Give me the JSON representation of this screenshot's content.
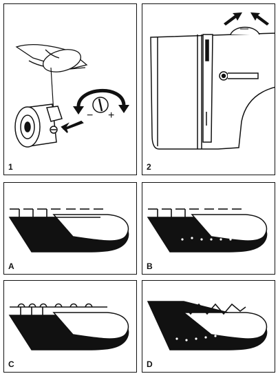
{
  "panels": {
    "p1": {
      "label": "1",
      "minus": "−",
      "plus": "+"
    },
    "p2": {
      "label": "2"
    },
    "pA": {
      "label": "A"
    },
    "pB": {
      "label": "B"
    },
    "pC": {
      "label": "C"
    },
    "pD": {
      "label": "D"
    }
  },
  "icons": {
    "rotate": "curved-double-arrow-icon",
    "push": "push-arrow-icon",
    "slide": "slide-arrows-icon"
  }
}
